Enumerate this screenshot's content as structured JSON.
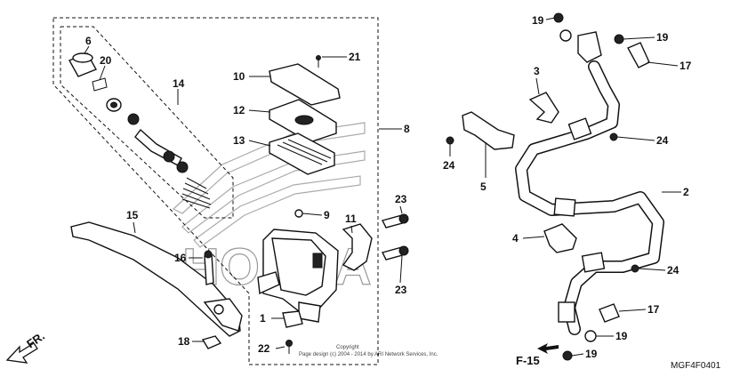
{
  "diagram": {
    "watermark": "HONDA",
    "copyright_line1": "Copyright",
    "copyright_line2": "Page design (c) 2004 - 2014 by ARI Network Services, Inc.",
    "figure_code": "MGF4F0401",
    "front_label": "FR.",
    "figure_ref": "F-15",
    "callouts": {
      "c1": "1",
      "c2": "2",
      "c3": "3",
      "c4": "4",
      "c5": "5",
      "c6": "6",
      "c8": "8",
      "c9": "9",
      "c10": "10",
      "c11": "11",
      "c12": "12",
      "c13": "13",
      "c14": "14",
      "c15": "15",
      "c16": "16",
      "c17a": "17",
      "c17b": "17",
      "c18": "18",
      "c19a": "19",
      "c19b": "19",
      "c19c": "19",
      "c19d": "19",
      "c20": "20",
      "c21": "21",
      "c22": "22",
      "c23a": "23",
      "c23b": "23",
      "c24a": "24",
      "c24b": "24",
      "c24c": "24"
    }
  }
}
